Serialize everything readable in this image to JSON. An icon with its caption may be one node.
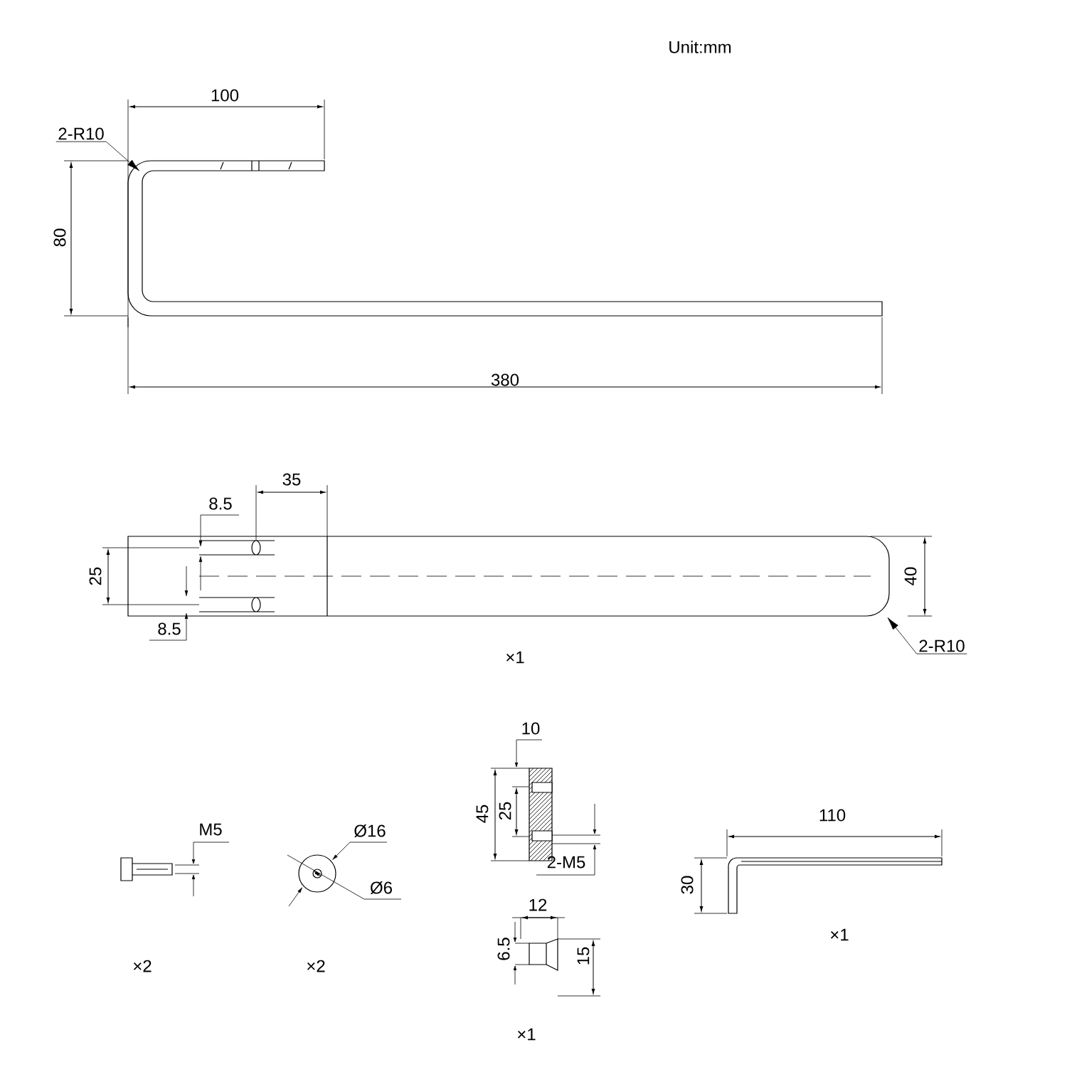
{
  "diagram": {
    "nodes": [
      {
        "text": [
          "2-R10"
        ]
      },
      {
        "text": [
          "2-R10"
        ]
      },
      {
        "text": [],
        "shape": "picture"
      },
      {
        "text": [],
        "shape": "picture"
      }
    ],
    "edges": [
      {
        "from": 0,
        "to": 2,
        "arrow": "to"
      },
      {
        "from": 1,
        "to": 3,
        "arrow": "to"
      }
    ],
    "labels": [
      "Unit:mm",
      "100",
      "80",
      "380",
      "35",
      "8.5",
      "25",
      "8.5",
      "40",
      "×1",
      "10",
      "M5",
      "Ø16",
      "45",
      "25",
      "Ø6",
      "2-M5",
      "110",
      "30",
      "12",
      "×1",
      "×2",
      "×2",
      "6.5",
      "15",
      "×1"
    ]
  }
}
